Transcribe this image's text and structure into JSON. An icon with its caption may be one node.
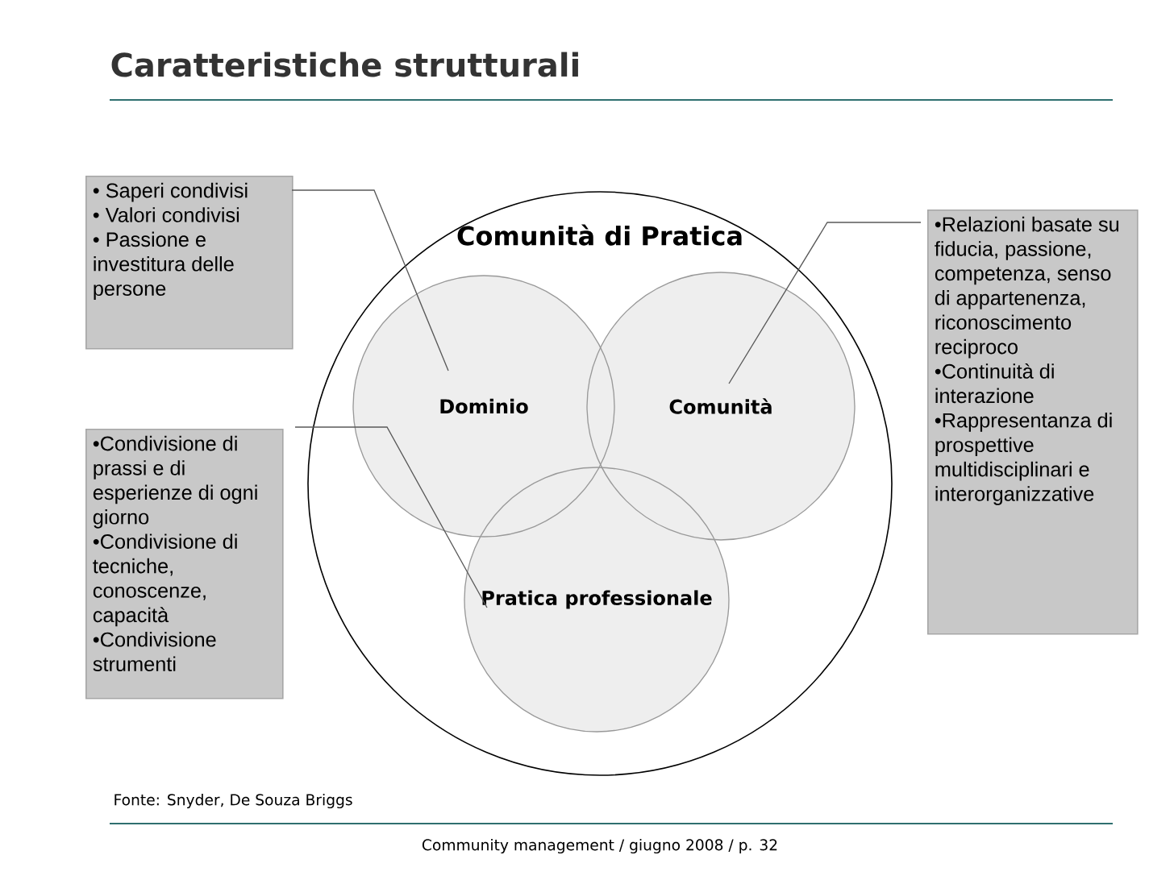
{
  "diagram": {
    "title": "Caratteristiche strutturali",
    "nodes": [
      {
        "text": [
          "Comunità di Pratica"
        ]
      },
      {
        "text": [
          "Dominio"
        ],
        "in": 0
      },
      {
        "text": [
          "Comunità"
        ],
        "in": 0
      },
      {
        "text": [
          "Pratica professionale"
        ],
        "in": 0
      },
      {
        "text": [
          "• Saperi condivisi",
          "• Valori condivisi",
          "• Passione e investitura delle persone"
        ]
      },
      {
        "text": [
          "•Condivisione di prassi e di esperienze di ogni giorno",
          "•Condivisione di tecniche, conoscenze, capacità",
          "•Condivisione strumenti"
        ]
      },
      {
        "text": [
          "•Relazioni basate su fiducia, passione, competenza, senso di appartenenza, riconoscimento reciproco",
          "•Continuità di interazione",
          "•Rappresentanza di prospettive multidisciplinari e interorganizzative"
        ]
      }
    ],
    "edges": [
      {
        "from": 4,
        "to": 1,
        "arrow": "none"
      },
      {
        "from": 5,
        "to": 3,
        "arrow": "none"
      },
      {
        "from": 6,
        "to": 2,
        "arrow": "none"
      }
    ],
    "labels": [
      "Fonte: Snyder, De Souza Briggs",
      "Community management / giugno 2008 / p. 32"
    ]
  }
}
